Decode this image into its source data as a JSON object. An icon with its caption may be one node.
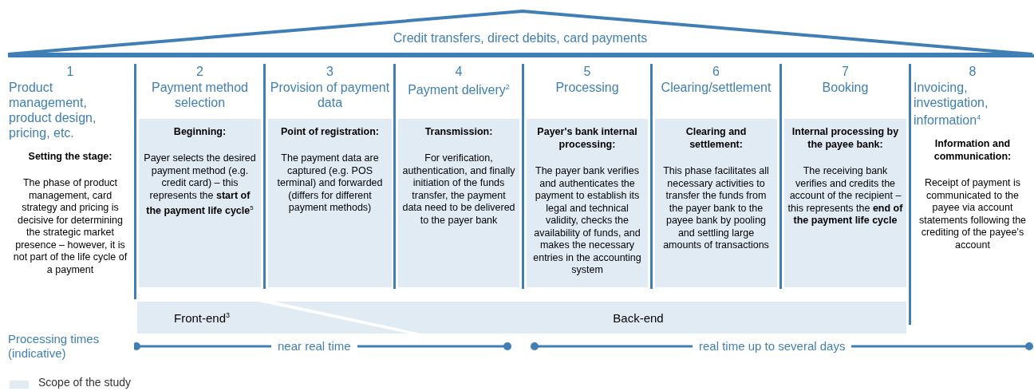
{
  "diagram": {
    "nodes": [
      {
        "text": [
          "Credit transfers, direct debits, card payments"
        ]
      },
      {
        "text": [
          "1",
          "Product management, product design, pricing, etc."
        ]
      },
      {
        "text": [
          "Setting the stage:",
          "The phase of product management, card strategy and pricing is decisive for determining the strategic market presence – however, it is not part of the life cycle of a payment"
        ],
        "in": 1
      },
      {
        "text": [
          "2",
          "Payment method selection"
        ]
      },
      {
        "text": [
          "Beginning:",
          "Payer selects the desired payment method (e.g. credit card) – this represents the **start of the payment life cycle**$^{5}$"
        ],
        "in": 3
      },
      {
        "text": [
          "3",
          "Provision of payment data"
        ]
      },
      {
        "text": [
          "Point of registration:",
          "The payment data are captured (e.g. POS terminal) and forwarded (differs for different payment methods)"
        ],
        "in": 5
      },
      {
        "text": [
          "4",
          "Payment delivery$^{2}$"
        ]
      },
      {
        "text": [
          "Transmission:",
          "For verification, authentication, and finally initiation of the funds transfer, the payment data need to be delivered to the payer bank"
        ],
        "in": 7
      },
      {
        "text": [
          "5",
          "Processing"
        ]
      },
      {
        "text": [
          "Payer's bank internal processing:",
          "The payer bank verifies and authenticates the payment to establish its legal and technical validity, checks the availability of funds, and makes the necessary entries in the accounting system"
        ],
        "in": 9
      },
      {
        "text": [
          "6",
          "Clearing/settlement"
        ]
      },
      {
        "text": [
          "Clearing and settlement:",
          "This phase facilitates all necessary activities to transfer the funds from the payer bank to the payee bank by pooling and settling large amounts of transactions"
        ],
        "in": 11
      },
      {
        "text": [
          "7",
          "Booking"
        ]
      },
      {
        "text": [
          "Internal processing by the payee bank:",
          "The receiving bank verifies and credits the account of the recipient – this represents the **end of the payment life cycle**"
        ],
        "in": 13
      },
      {
        "text": [
          "8",
          "Invoicing, investigation, information$^{4}$"
        ]
      },
      {
        "text": [
          "Information and communication:",
          "Receipt of payment is communicated to the payee via account statements following the crediting of the payee’s account"
        ],
        "in": 15
      },
      {
        "text": [
          "Front-end$^{3}$"
        ]
      },
      {
        "text": [
          "Back-end"
        ]
      }
    ],
    "labels": [
      "Processing times (indicative)",
      "near real time",
      "real time up to several days"
    ],
    "legend": [
      {
        "text": "Scope of the study",
        "color": "#e1ebf4"
      }
    ]
  }
}
